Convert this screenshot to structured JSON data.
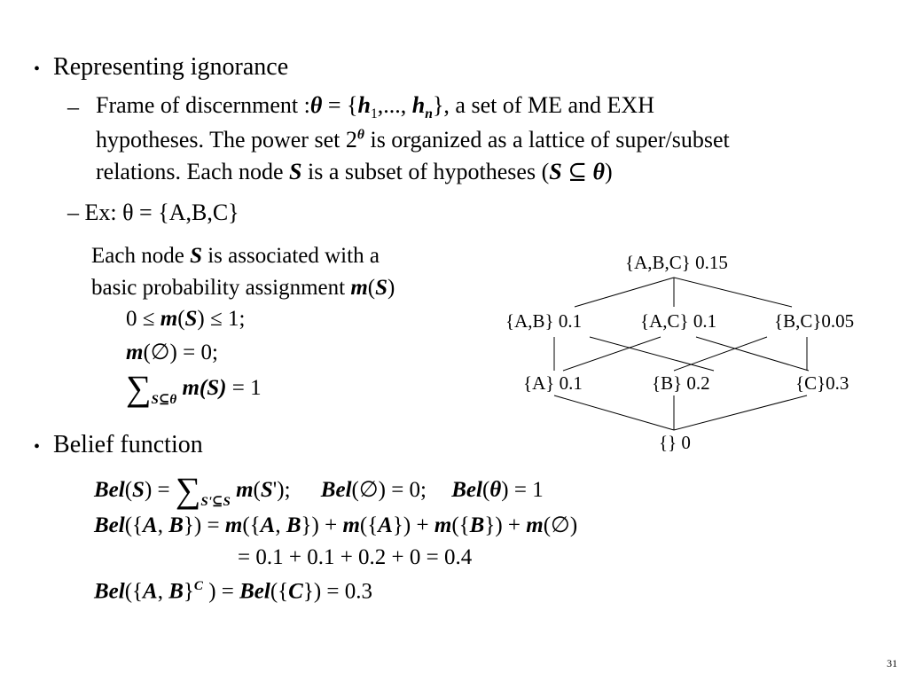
{
  "bullets": {
    "b1": "Representing ignorance",
    "b2": "Belief function",
    "bullet_char": "•",
    "dash_char": "–"
  },
  "frame": {
    "line1_pre": "Frame of discernment :",
    "theta": "θ",
    "eq_open": " = {",
    "h": "h",
    "sub1": "1",
    "dots": ",..., ",
    "subn": "n",
    "line1_post": "}, a set of ME and EXH",
    "line2_pre": "hypotheses. The power set 2",
    "line2_post": " is organized as a lattice of super/subset",
    "line3_pre": "relations. Each node ",
    "S": "S",
    "line3_mid": " is a subset of hypotheses (",
    "subseteq": " ⊆ ",
    "line3_post": ")"
  },
  "example": {
    "text": "– Ex: θ = {A,B,C}"
  },
  "assoc": {
    "line1_pre": "Each node ",
    "S": "S",
    "line1_post": " is associated with a",
    "line2_pre": "basic probability assignment ",
    "m": "m",
    "paren_open": "(",
    "paren_close": ")",
    "c1_pre": "0 ≤ ",
    "c1_post": ") ≤ 1;",
    "c2_post": "(∅) = 0;",
    "sum": "∑",
    "sum_sub": "S⊆θ",
    "c3_m": "m(S)",
    "c3_post": " = 1"
  },
  "lattice": {
    "top": "{A,B,C} 0.15",
    "ab": "{A,B} 0.1",
    "ac": "{A,C} 0.1",
    "bc": "{B,C}0.05",
    "a": "{A} 0.1",
    "b": "{B} 0.2",
    "c": "{C}0.3",
    "empty": "{} 0"
  },
  "belief": {
    "r1_bel": "Bel",
    "r1_a": "(",
    "r1_S": "S",
    "r1_b": ") = ",
    "r1_sum": "∑",
    "r1_sub": "S'⊆S",
    "r1_m": " m",
    "r1_c": "(",
    "r1_Sp": "S",
    "r1_d": "');",
    "r1_e": "(∅) = 0;",
    "r1_f": "(",
    "r1_theta": "θ",
    "r1_g": ") = 1",
    "r2_pre": "({",
    "r2_A": "A",
    "r2_comma": ", ",
    "r2_B": "B",
    "r2_mid": "}) = ",
    "r2_m": "m",
    "r2_p1": "({",
    "r2_t1": "}) + ",
    "r2_p2": "({",
    "r2_t2": "}) + ",
    "r2_p3": "({",
    "r2_t3": "}) + ",
    "r2_end": "(∅)",
    "r3": "= 0.1 + 0.1 + 0.2 + 0 = 0.4",
    "r4_pre": "({",
    "r4_close": "}",
    "r4_C": "C",
    "r4_mid": " ) = ",
    "r4_p": "({",
    "r4_end": "}) = 0.3"
  },
  "slide_number": "31"
}
